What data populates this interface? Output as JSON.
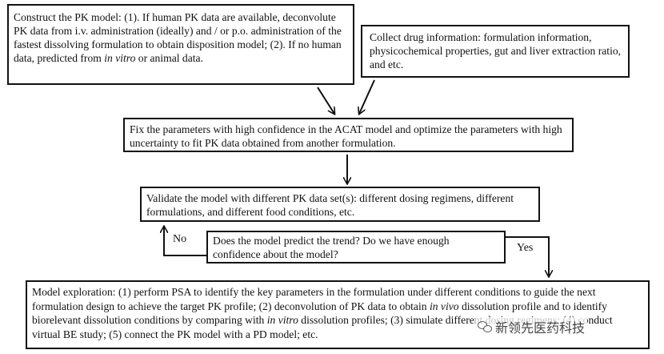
{
  "boxes": {
    "construct": {
      "pre": "Construct the PK model: (1). If human PK data are available, deconvolute PK data from i.v. administration (ideally) and / or p.o. administration of the fastest dissolving formulation to obtain disposition model; (2). If no human data, predicted from ",
      "em": "in vitro",
      "post": " or animal data."
    },
    "collect": {
      "text": "Collect drug information: formulation information, physicochemical properties, gut and liver extraction ratio, and etc."
    },
    "fix": {
      "text": "Fix the parameters with high confidence in the ACAT model and optimize the parameters with high uncertainty to fit PK data obtained from another formulation."
    },
    "validate": {
      "text": "Validate the model with different PK data set(s): different dosing regimens, different formulations, and different food conditions, etc."
    },
    "predict": {
      "text": "Does the model predict the trend?  Do we have enough confidence about the model?"
    },
    "explore": {
      "part1": "Model exploration: (1) perform PSA to identify the key parameters in the formulation under different conditions to guide the next formulation design to achieve the target PK profile; (2) deconvolution of PK data to obtain ",
      "em1": "in vivo",
      "part2": " dissolution profile and to identify biorelevant dissolution conditions by comparing with ",
      "em2": "in vitro",
      "part3": " dissolution profiles; (3) simulate different dosing regimens; (4) conduct virtual BE study; (5) connect the PK model with a PD model; etc."
    }
  },
  "labels": {
    "no": "No",
    "yes": "Yes"
  },
  "watermark": {
    "text": "新领先医药科技"
  }
}
